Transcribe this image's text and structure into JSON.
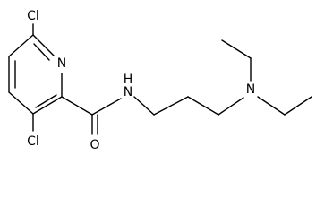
{
  "molecule": {
    "atoms": {
      "cl_top": "Cl",
      "n_ring": "N",
      "cl_bottom": "Cl",
      "o_carbonyl": "O",
      "n_amide": "N",
      "h_amide": "H",
      "n_amine": "N"
    }
  }
}
